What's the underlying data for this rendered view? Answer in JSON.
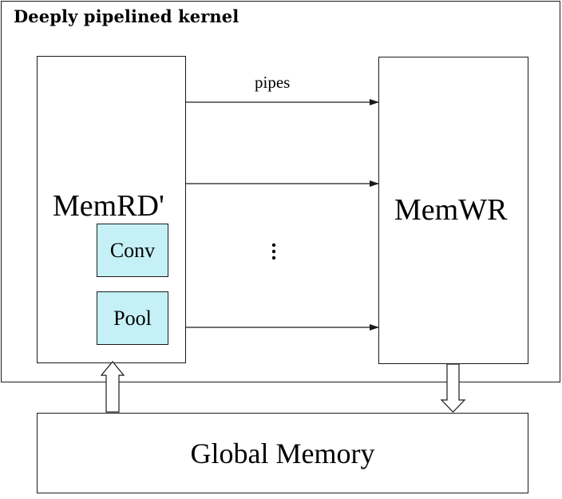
{
  "kernel": {
    "title": "Deeply pipelined kernel"
  },
  "memrd": {
    "label": "MemRD'"
  },
  "memwr": {
    "label": "MemWR"
  },
  "modules": {
    "conv": "Conv",
    "pool": "Pool"
  },
  "pipes": {
    "label": "pipes",
    "ellipsis": "⋮"
  },
  "global_memory": {
    "label": "Global Memory"
  },
  "colors": {
    "stroke": "#1a1a1a",
    "module_fill": "#c5f1f6",
    "background": "#ffffff"
  }
}
